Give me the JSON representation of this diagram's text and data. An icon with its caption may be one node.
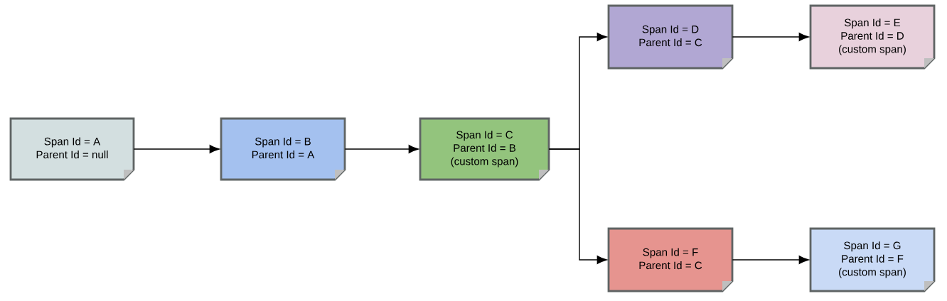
{
  "diagram": {
    "nodes": [
      {
        "text": [
          "Span Id = A",
          "Parent Id = null"
        ]
      },
      {
        "text": [
          "Span Id = B",
          "Parent Id = A"
        ]
      },
      {
        "text": [
          "Span Id = C",
          "Parent Id = B",
          "(custom span)"
        ]
      },
      {
        "text": [
          "Span Id = D",
          "Parent Id = C"
        ]
      },
      {
        "text": [
          "Span Id = E",
          "Parent Id = D",
          "(custom span)"
        ]
      },
      {
        "text": [
          "Span Id = F",
          "Parent Id = C"
        ]
      },
      {
        "text": [
          "Span Id = G",
          "Parent Id = F",
          "(custom span)"
        ]
      }
    ],
    "edges": [
      {
        "from": 0,
        "to": 1,
        "arrow": "to"
      },
      {
        "from": 1,
        "to": 2,
        "arrow": "to"
      },
      {
        "from": 2,
        "to": 3,
        "arrow": "to"
      },
      {
        "from": 2,
        "to": 5,
        "arrow": "to"
      },
      {
        "from": 3,
        "to": 4,
        "arrow": "to"
      },
      {
        "from": 5,
        "to": 6,
        "arrow": "to"
      }
    ]
  }
}
